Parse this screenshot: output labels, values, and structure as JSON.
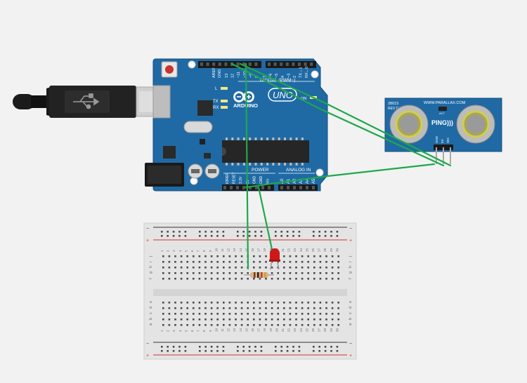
{
  "arduino": {
    "brand": "ARDUINO",
    "model": "UNO",
    "aref": "AREF",
    "gnd": "GND",
    "digital_label": "DIGITAL (PWM~)",
    "digital_pins": [
      "13",
      "12",
      "~11",
      "~10",
      "~9",
      "8",
      "7",
      "~6",
      "~5",
      "4",
      "~3",
      "2",
      "TX→1",
      "RX←0"
    ],
    "led_l": "L",
    "led_tx": "TX",
    "led_rx": "RX",
    "power_label": "POWER",
    "power_pins": [
      "IOREF",
      "RESET",
      "3.3V",
      "5V",
      "GND",
      "GND",
      "Vin"
    ],
    "analog_label": "ANALOG IN",
    "analog_pins": [
      "A0",
      "A1",
      "A2",
      "A3",
      "A4",
      "A5"
    ],
    "on_label": "ON"
  },
  "ping_sensor": {
    "model": "28015",
    "rev": "REV C",
    "url": "WWW.PARALLAX.COM",
    "logo": "PING)))",
    "act": "ACT",
    "pins": [
      "GND",
      "5V",
      "SIG"
    ]
  },
  "breadboard": {
    "columns": [
      "1",
      "2",
      "3",
      "4",
      "5",
      "6",
      "7",
      "8",
      "9",
      "10",
      "11",
      "12",
      "13",
      "14",
      "15",
      "16",
      "17",
      "18",
      "19",
      "20",
      "21",
      "22",
      "23",
      "24",
      "25",
      "26",
      "27",
      "28",
      "29",
      "30"
    ],
    "rows_top": [
      "j",
      "i",
      "h",
      "g",
      "f"
    ],
    "rows_bottom": [
      "e",
      "d",
      "c",
      "b",
      "a"
    ],
    "rail_minus": "−",
    "rail_plus": "+"
  },
  "colors": {
    "background": "#f2f2f2",
    "board": "#1f6aa5",
    "wire": "#1fa84b",
    "led": "#cc1a1a",
    "breadboard": "#e4e4e4",
    "rail_red": "#d0342c"
  }
}
